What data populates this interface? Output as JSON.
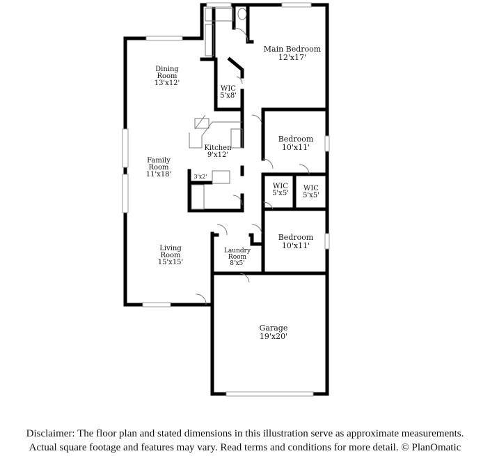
{
  "rooms": {
    "main_bedroom": {
      "name": "Main Bedroom",
      "dim": "12'x17'"
    },
    "dining": {
      "name": "Dining Room",
      "dim": "13'x12'"
    },
    "wic_main": {
      "name": "WIC",
      "dim": "5'x8'"
    },
    "kitchen": {
      "name": "Kitchen",
      "dim": "9'x12'"
    },
    "family": {
      "name": "Family Room",
      "dim": "11'x18'"
    },
    "bedroom2": {
      "name": "Bedroom",
      "dim": "10'x11'"
    },
    "closet": {
      "dim": "3'x2'"
    },
    "wic2": {
      "name": "WIC",
      "dim": "5'x5'"
    },
    "wic3": {
      "name": "WIC",
      "dim": "5'x5'"
    },
    "bedroom3": {
      "name": "Bedroom",
      "dim": "10'x11'"
    },
    "living": {
      "name": "Living Room",
      "dim": "15'x15'"
    },
    "laundry": {
      "name": "Laundry Room",
      "dim": "8'x5'"
    },
    "garage": {
      "name": "Garage",
      "dim": "19'x20'"
    }
  },
  "disclaimer": {
    "line1": "Disclaimer: The floor plan and stated dimensions in this illustration serve as approximate measurements.",
    "line2": "Actual square footage and features may vary. Read terms and conditions for more detail. © PlanOmatic"
  }
}
